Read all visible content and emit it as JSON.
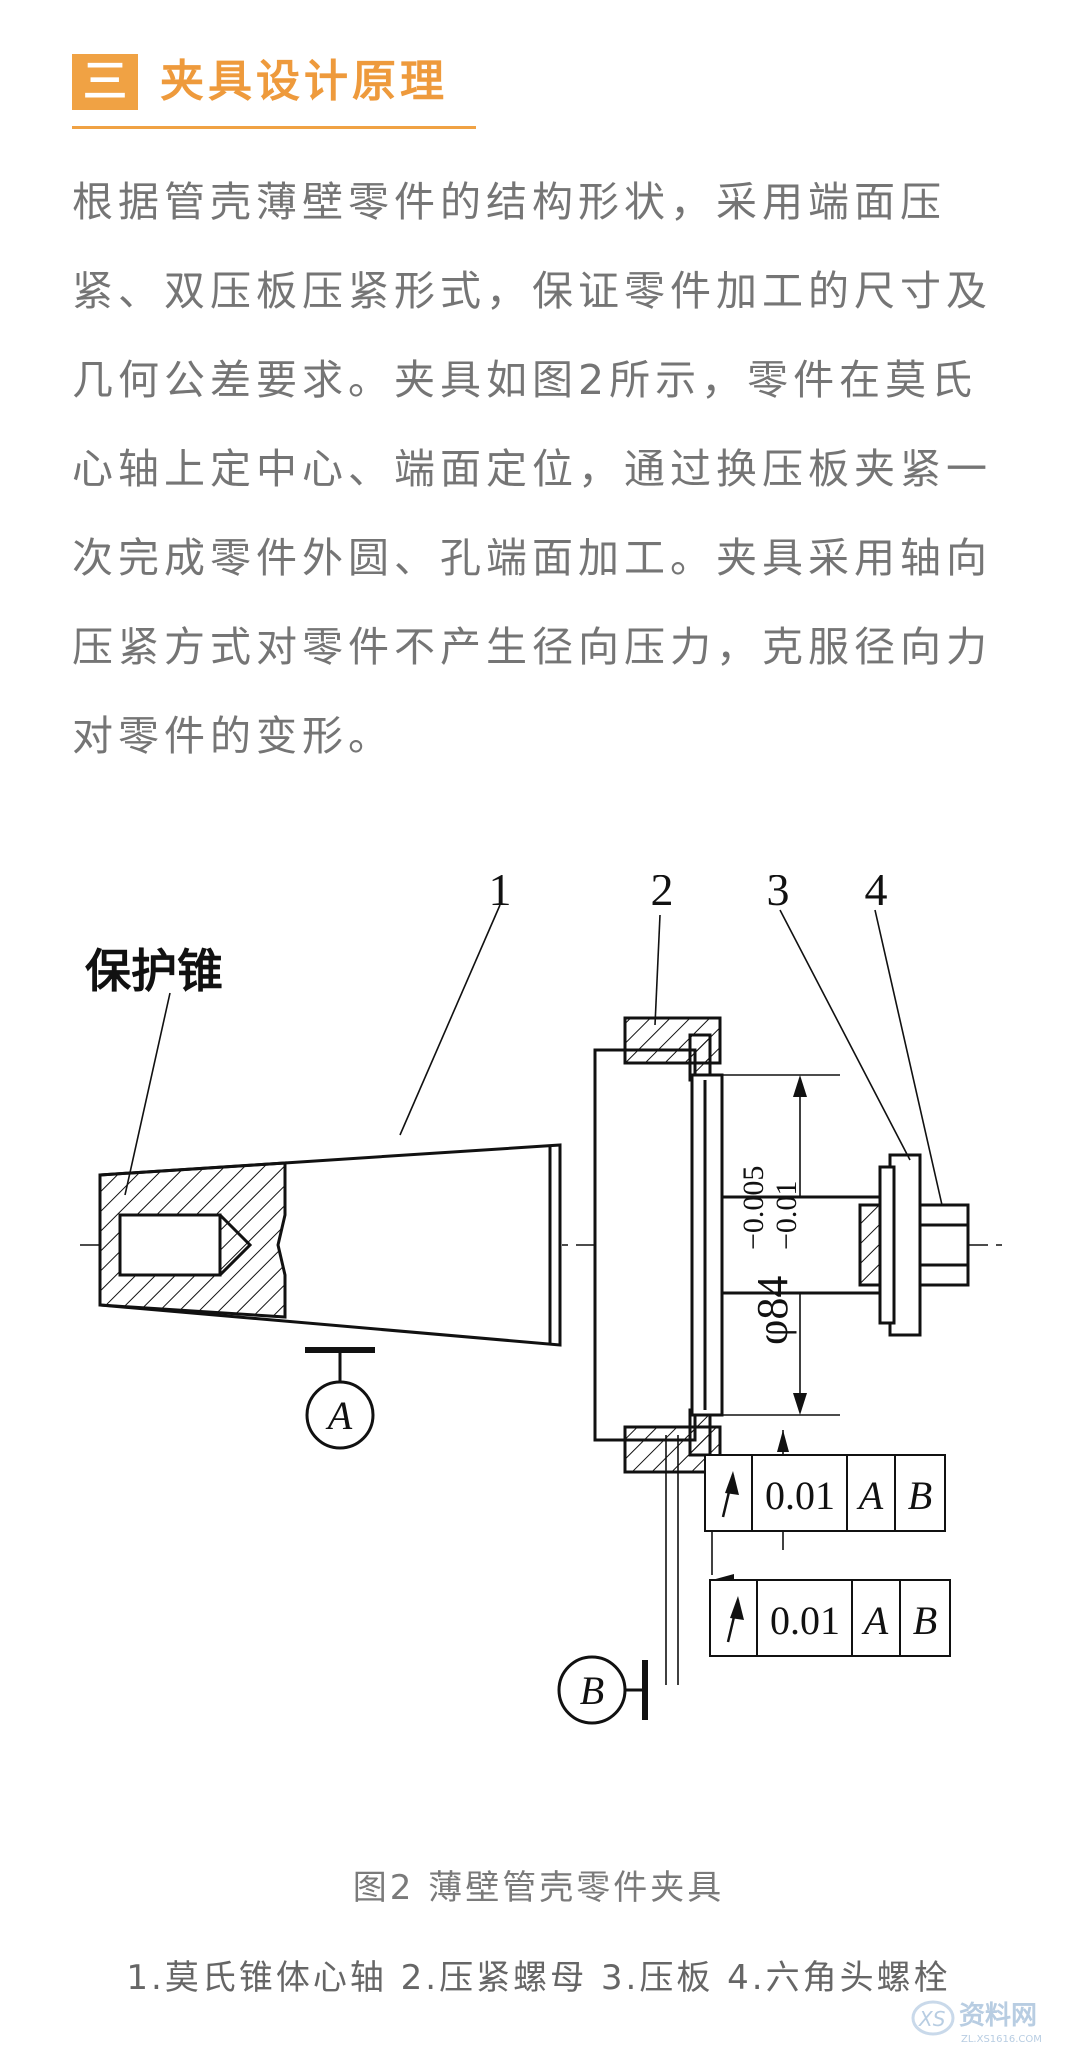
{
  "section": {
    "number": "三",
    "title": "夹具设计原理"
  },
  "paragraph": [
    "根据管壳薄壁零件的结构形状，采用端面压",
    "紧、双压板压紧形式，保证零件加工的尺寸及",
    "几何公差要求。夹具如图2所示，零件在莫氏",
    "心轴上定中心、端面定位，通过换压板夹紧一",
    "次完成零件外圆、孔端面加工。夹具采用轴向",
    "压紧方式对零件不产生径向压力，克服径向力",
    "对零件的变形。"
  ],
  "figure": {
    "labels": {
      "protect_cone": "保护锥",
      "n1": "1",
      "n2": "2",
      "n3": "3",
      "n4": "4",
      "datum_a": "A",
      "datum_b": "B",
      "dim_diameter": "φ84",
      "dim_tol_upper": "−0.005",
      "dim_tol_lower": "−0.01"
    },
    "fcf1": {
      "value": "0.01",
      "ref1": "A",
      "ref2": "B"
    },
    "fcf2": {
      "value": "0.01",
      "ref1": "A",
      "ref2": "B"
    }
  },
  "caption": "图2 薄壁管壳零件夹具",
  "legend_text": "1.莫氏锥体心轴 2.压紧螺母 3.压板 4.六角头螺栓",
  "watermark": {
    "logo_letters": "XS",
    "name": "资料网",
    "url": "ZL.XS1616.COM"
  },
  "colors": {
    "accent": "#f0a244",
    "body_text": "#757575"
  }
}
